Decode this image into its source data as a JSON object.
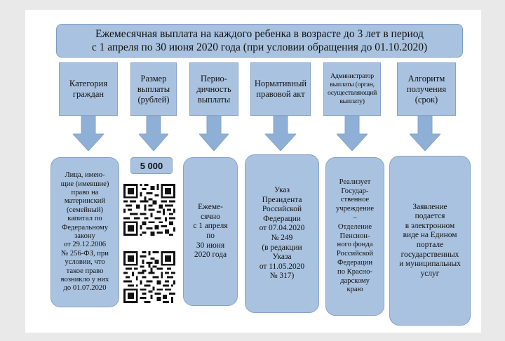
{
  "title": {
    "line1": "Ежемесячная выплата на каждого ребенка в возрасте до 3 лет в период",
    "line2": "с 1 апреля по 30 июня 2020 года (при условии обращения до 01.10.2020)"
  },
  "columns": [
    {
      "id": "category",
      "header": "Категория\nграждан",
      "body": "Лица, имею-\nщие (имевшие)\nправо на\nматеринский\n(семейный)\nкапитал по\nФедеральному\nзакону\nот 29.12.2006\n№ 256-ФЗ, при\nусловии, что\nтакое право\nвозникло у них\nдо 01.07.2020"
    },
    {
      "id": "amount",
      "header": "Размер\nвыплаты\n(рублей)",
      "body": "5 000"
    },
    {
      "id": "periodicity",
      "header": "Перио-\nдичность\nвыплаты",
      "body": "Ежеме-\nсячно\nс 1 апреля\nпо\n30 июня\n2020 года"
    },
    {
      "id": "legal-act",
      "header": "Нормативный\nправовой акт",
      "body": "Указ\nПрезидента\nРоссийской\nФедерации\nот 07.04.2020\n№ 249\n(в редакции\nУказа\nот 11.05.2020\n№ 317)"
    },
    {
      "id": "administrator",
      "header": "Администратор\nвыплаты (орган,\nосуществляющий\nвыплату)",
      "body": "Реализует\nГосудар-\nственное\nучреждение\n–\nОтделение\nПенсион-\nного фонда\nРоссийской\nФедерации\nпо Красно-\nдарскому\nкраю"
    },
    {
      "id": "algorithm",
      "header": "Алгоритм\nполучения\n(срок)",
      "body": "Заявление\nподается\nв электронном\nвиде на Едином\nпортале\nгосударственных\nи муниципальных\nуслуг"
    }
  ],
  "colors": {
    "box_fill": "#a9c2df",
    "box_border": "#86a3c9",
    "arrow_fill": "#8fb0d6",
    "background": "#ffffff"
  },
  "icons": [
    "arrow-down-icon",
    "qr-code-icon"
  ]
}
